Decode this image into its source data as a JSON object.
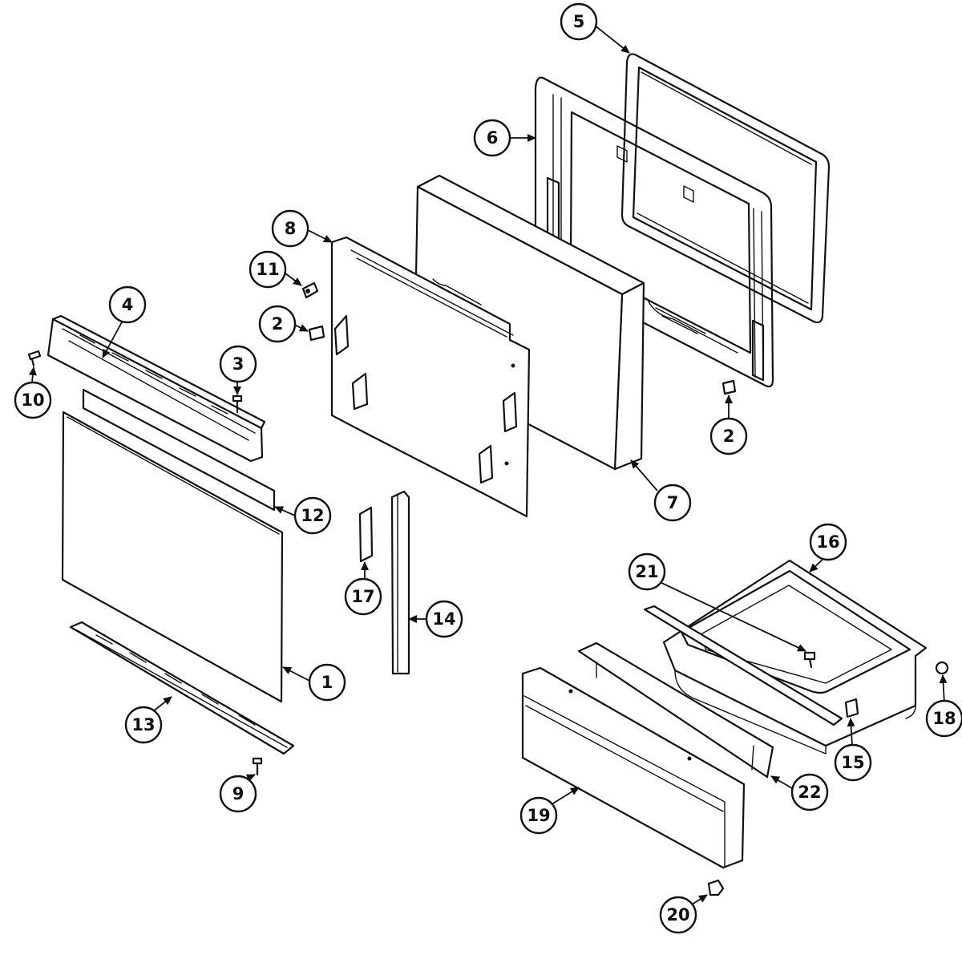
{
  "diagram": {
    "callouts": [
      {
        "id": "c1",
        "label": "1"
      },
      {
        "id": "c2a",
        "label": "2"
      },
      {
        "id": "c2b",
        "label": "2"
      },
      {
        "id": "c3",
        "label": "3"
      },
      {
        "id": "c4",
        "label": "4"
      },
      {
        "id": "c5",
        "label": "5"
      },
      {
        "id": "c6",
        "label": "6"
      },
      {
        "id": "c7",
        "label": "7"
      },
      {
        "id": "c8",
        "label": "8"
      },
      {
        "id": "c9",
        "label": "9"
      },
      {
        "id": "c10",
        "label": "10"
      },
      {
        "id": "c11",
        "label": "11"
      },
      {
        "id": "c12",
        "label": "12"
      },
      {
        "id": "c13",
        "label": "13"
      },
      {
        "id": "c14",
        "label": "14"
      },
      {
        "id": "c15",
        "label": "15"
      },
      {
        "id": "c16",
        "label": "16"
      },
      {
        "id": "c17",
        "label": "17"
      },
      {
        "id": "c18",
        "label": "18"
      },
      {
        "id": "c19",
        "label": "19"
      },
      {
        "id": "c20",
        "label": "20"
      },
      {
        "id": "c21",
        "label": "21"
      },
      {
        "id": "c22",
        "label": "22"
      }
    ]
  }
}
